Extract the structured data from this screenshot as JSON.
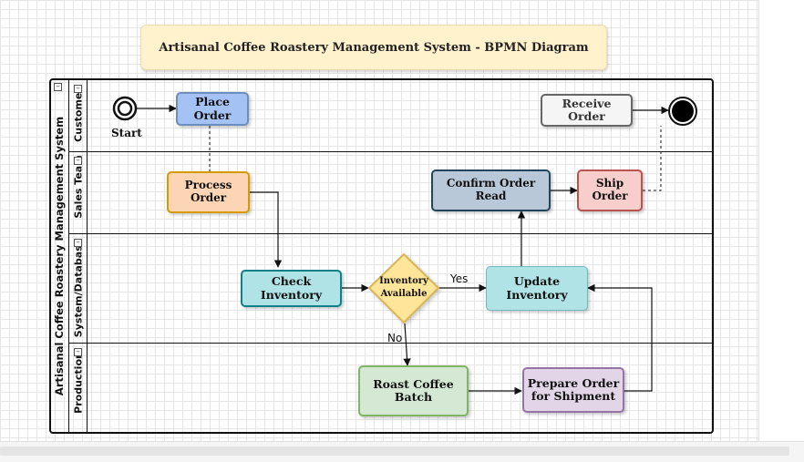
{
  "diagram": {
    "title": "Artisanal Coffee Roastery Management System - BPMN Diagram",
    "pool": {
      "label": "Artisanal Coffee Roastery Management System"
    },
    "lanes": [
      {
        "label": "Customer"
      },
      {
        "label": "Sales Team"
      },
      {
        "label": "System/Database"
      },
      {
        "label": "Production"
      }
    ],
    "events": {
      "start": {
        "label": "Start"
      },
      "end": {
        "label": ""
      }
    },
    "tasks": {
      "place_order": "Place Order",
      "receive_order": "Receive Order",
      "process_order": "Process Order",
      "confirm_order": "Confirm Order Read",
      "ship_order": "Ship Order",
      "check_inventory": "Check Inventory",
      "update_inventory": "Update Inventory",
      "roast_coffee": "Roast Coffee Batch",
      "prepare_order_line1": "Prepare Order",
      "prepare_order_line2": "for Shipment"
    },
    "gateway": {
      "line1": "Inventory",
      "line2": "Available"
    },
    "flow_labels": {
      "yes": "Yes",
      "no": "No"
    },
    "collapse_symbol": "−",
    "colors": {
      "blue_fill": "#a4c2f4",
      "blue_stroke": "#6c8ebf",
      "orange_fill": "#fcd5b4",
      "orange_stroke": "#d79b00",
      "teal_fill": "#b0e3e6",
      "teal_stroke": "#0e8088",
      "slate_fill": "#b8c8d8",
      "slate_stroke": "#23445d",
      "red_fill": "#f8cecc",
      "red_stroke": "#b85450",
      "green_fill": "#d5e8d4",
      "green_stroke": "#82b366",
      "purple_fill": "#e1d5e7",
      "purple_stroke": "#9673a6",
      "gray_fill": "#f5f5f5",
      "gray_stroke": "#666666",
      "gateway_fill": "#ffe599",
      "gateway_stroke": "#d6b656",
      "title_fill": "#fff2cc"
    }
  }
}
